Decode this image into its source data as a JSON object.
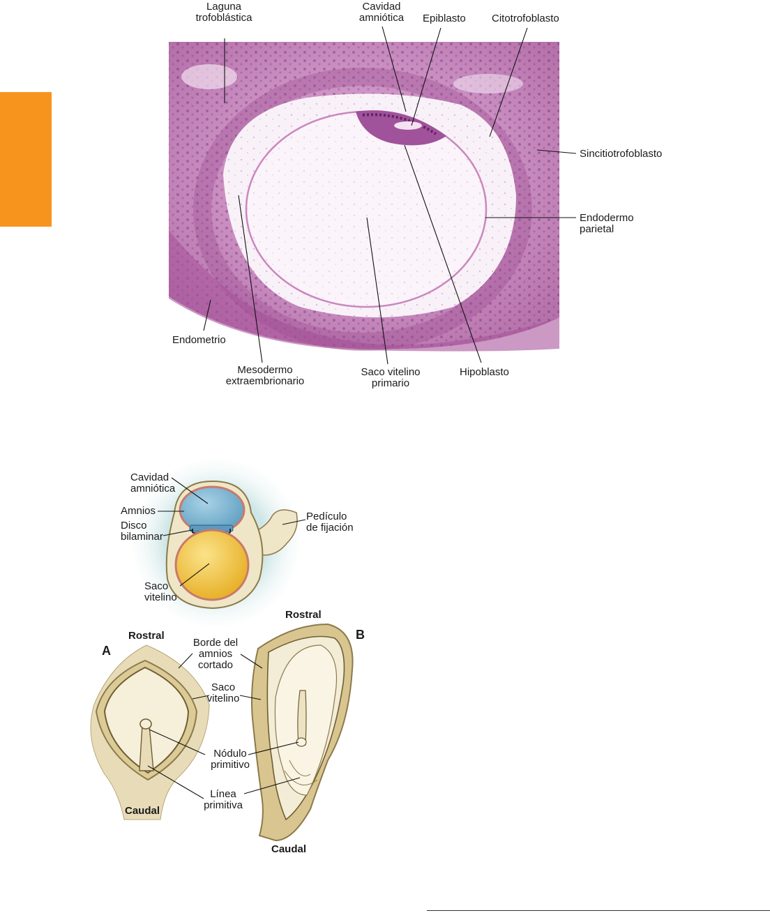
{
  "micrograph": {
    "labels": {
      "laguna": "Laguna\ntrofoblástica",
      "cavidad": "Cavidad\namniótica",
      "epiblasto": "Epiblasto",
      "citotrofoblasto": "Citotrofoblasto",
      "sincitio": "Sincitiotrofoblasto",
      "endodermo": "Endodermo\nparietal",
      "endometrio": "Endometrio",
      "mesodermo": "Mesodermo\nextraembrionario",
      "saco_primario": "Saco vitelino\nprimario",
      "hipoblasto": "Hipoblasto"
    }
  },
  "sac_diagram": {
    "labels": {
      "cavidad": "Cavidad\namniótica",
      "amnios": "Amnios",
      "disco": "Disco\nbilaminar",
      "pediculo": "Pedículo\nde fijación",
      "saco": "Saco\nvitelino"
    }
  },
  "embryo_diagram": {
    "panel_a": "A",
    "panel_b": "B",
    "labels": {
      "rostral_a": "Rostral",
      "rostral_b": "Rostral",
      "caudal_a": "Caudal",
      "caudal_b": "Caudal",
      "borde": "Borde del\namnios\ncortado",
      "saco": "Saco\nvitelino",
      "nodulo": "Nódulo\nprimitivo",
      "linea": "Línea\nprimitiva"
    }
  },
  "colors": {
    "tab": "#f7941d",
    "tissue": "#c98dc0",
    "amnion": "#7fb3d0",
    "yolk": "#f0c23a",
    "embryo_tan": "#e8dcb8"
  }
}
